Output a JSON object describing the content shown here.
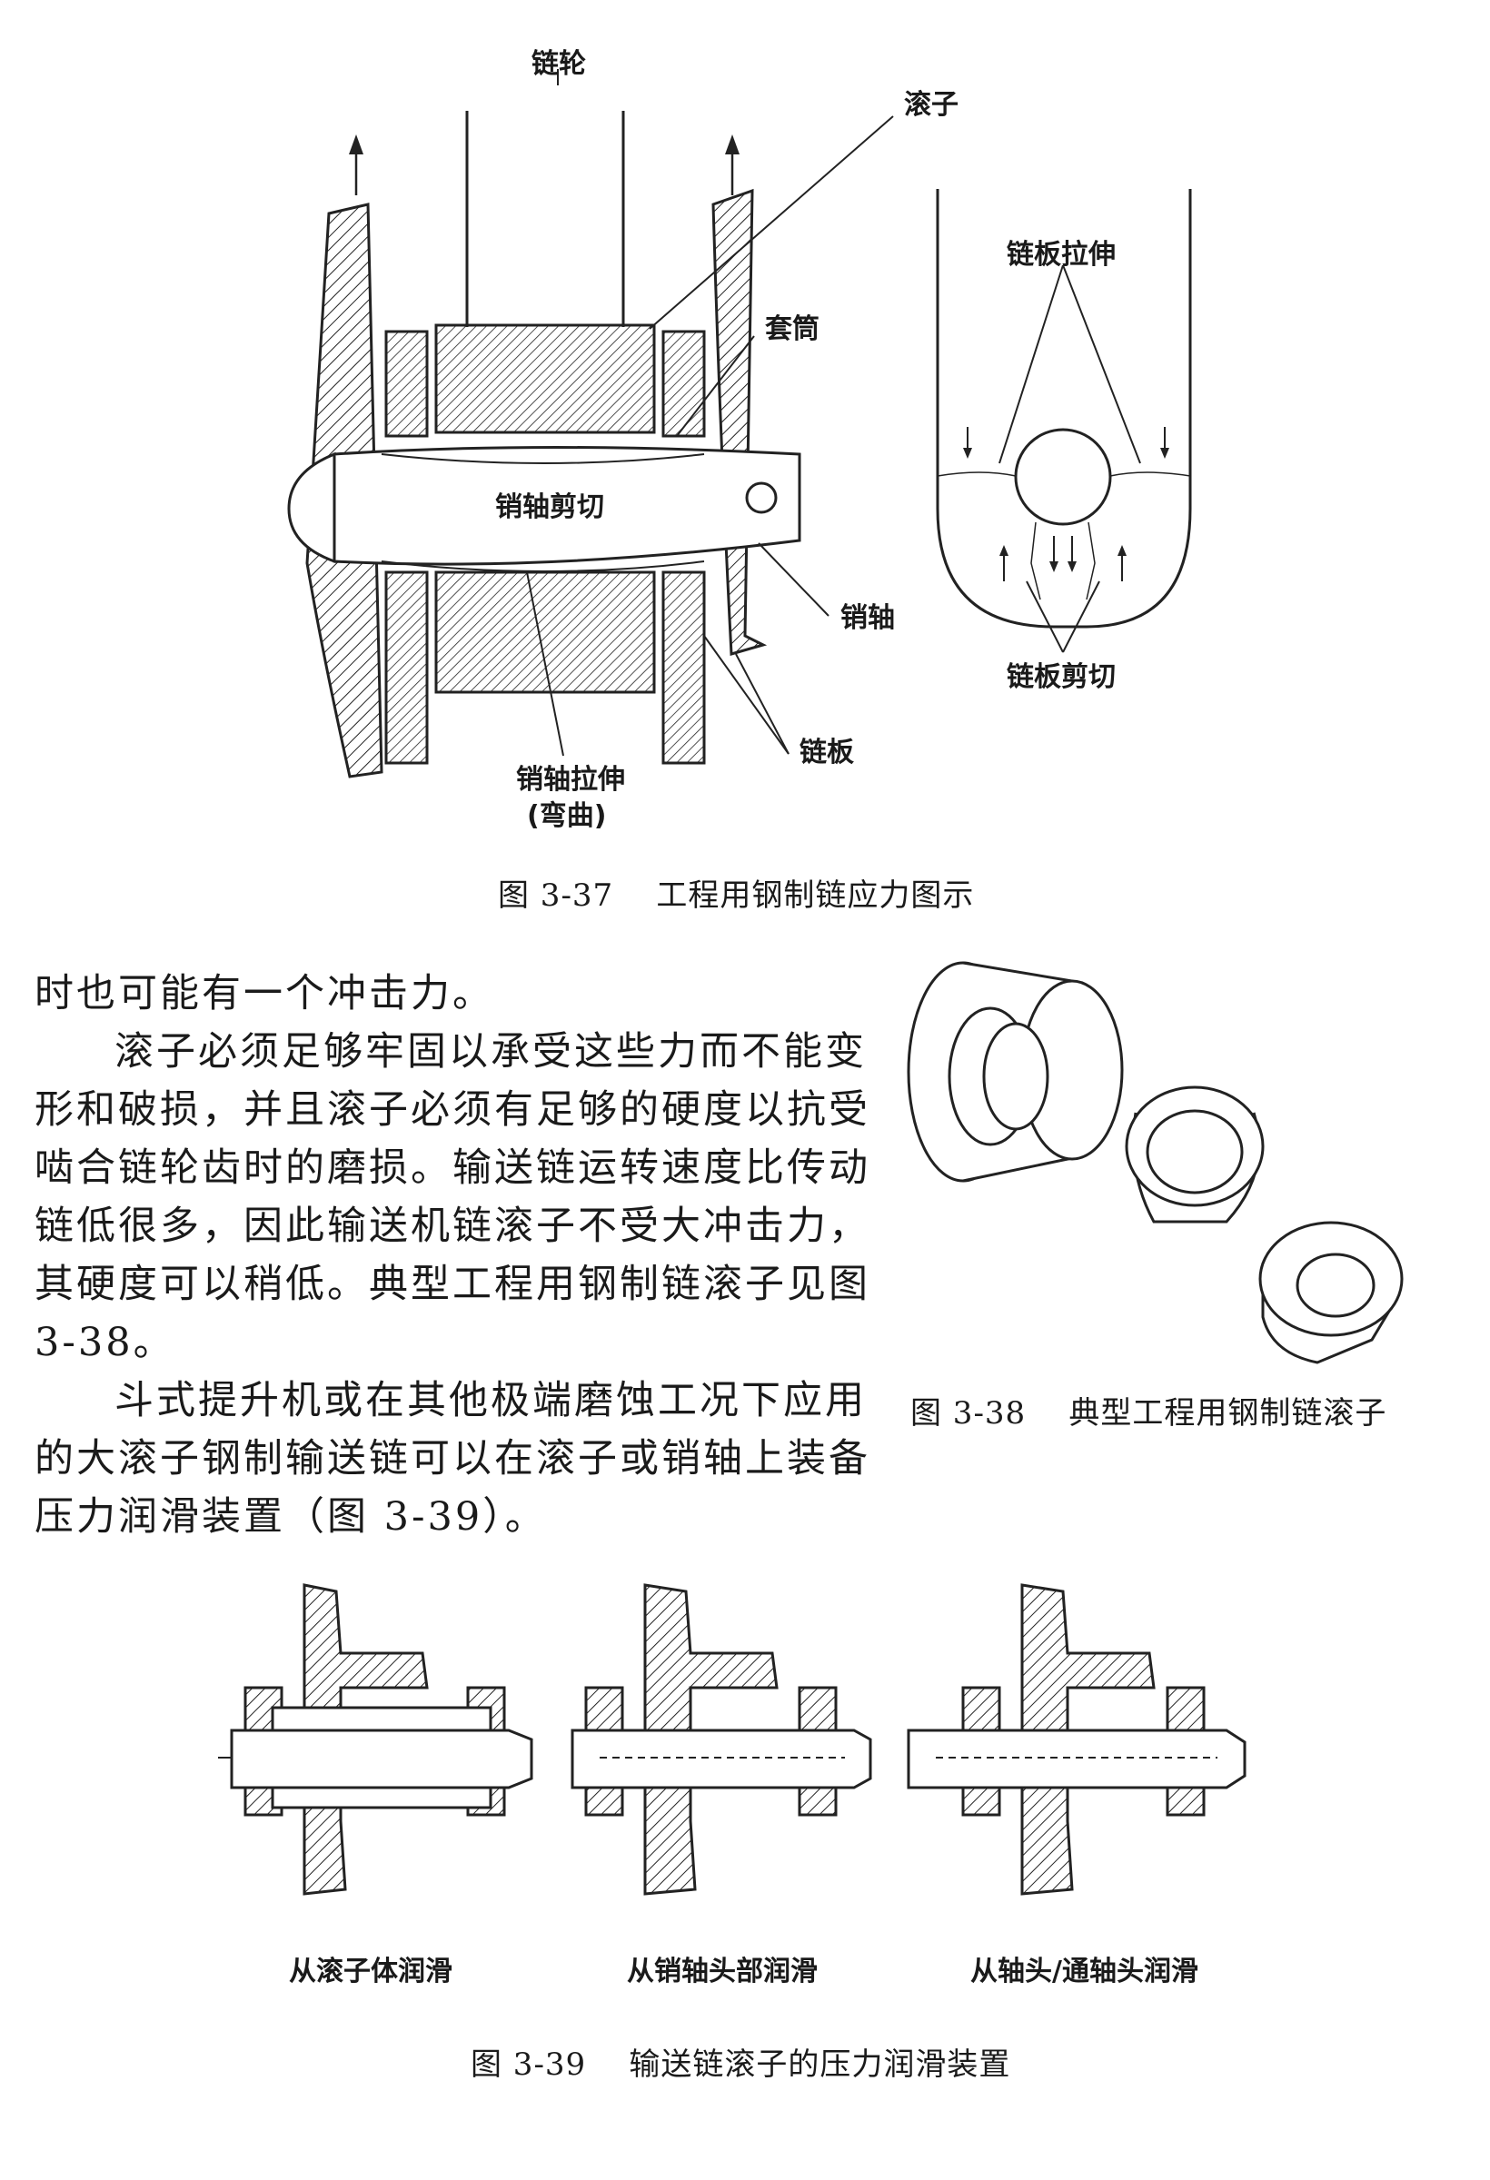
{
  "fig37": {
    "labels": {
      "sprocket": "链轮",
      "roller": "滚子",
      "bushing": "套筒",
      "pin_shear": "销轴剪切",
      "pin": "销轴",
      "link_plate": "链板",
      "pin_tension": "销轴拉伸",
      "pin_bending": "(弯曲)",
      "plate_tension": "链板拉伸",
      "plate_shear": "链板剪切"
    },
    "caption": "图 3-37    工程用钢制链应力图示"
  },
  "body": {
    "lines_1": [
      "时也可能有一个冲击力。",
      "滚子必须足够牢固以承受这些力而不能变",
      "形和破损，并且滚子必须有足够的硬度以抗受",
      "啮合链轮齿时的磨损。输送链运转速度比传动",
      "链低很多，因此输送机链滚子不受大冲击力，",
      "其硬度可以稍低。典型工程用钢制链滚子见图",
      "3-38。"
    ],
    "lines_2": [
      "斗式提升机或在其他极端磨蚀工况下应用",
      "的大滚子钢制输送链可以在滚子或销轴上装备",
      "压力润滑装置（图 3-39）。"
    ]
  },
  "fig38": {
    "caption": "图 3-38    典型工程用钢制链滚子"
  },
  "fig39": {
    "sub_labels": [
      "从滚子体润滑",
      "从销轴头部润滑",
      "从轴头/通轴头润滑"
    ],
    "caption": "图 3-39    输送链滚子的压力润滑装置"
  }
}
